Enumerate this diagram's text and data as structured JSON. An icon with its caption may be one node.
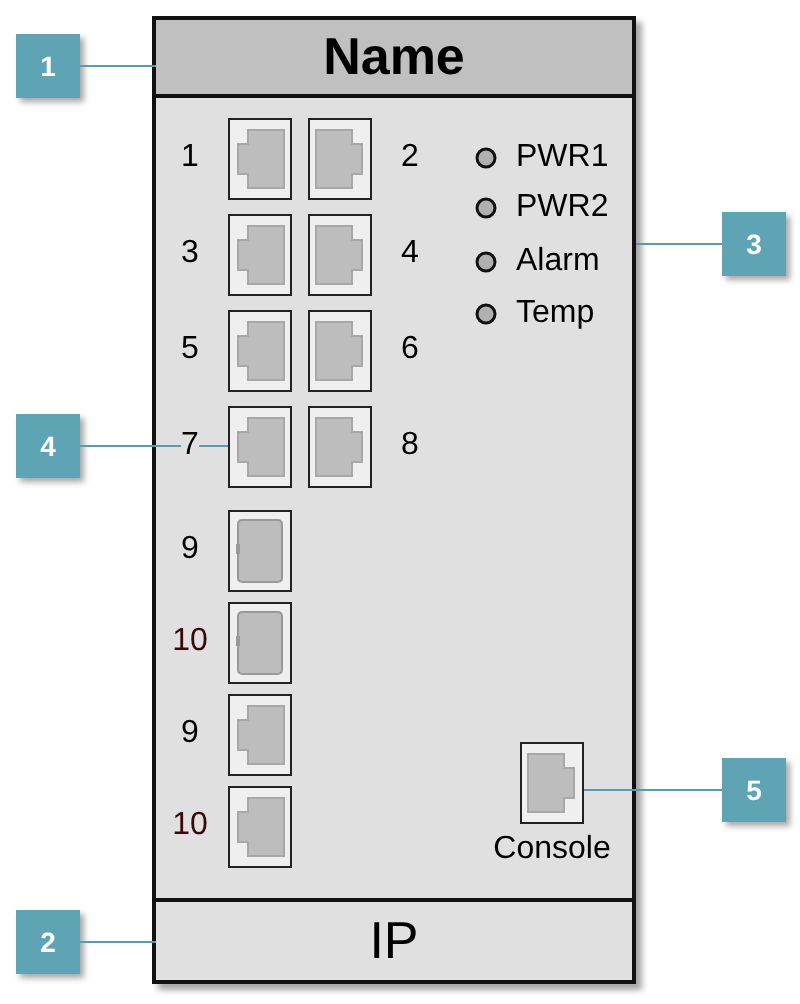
{
  "diagram": {
    "nodes": [
      {
        "text": [
          "1"
        ]
      },
      {
        "text": [
          "2"
        ]
      },
      {
        "text": [
          "3"
        ]
      },
      {
        "text": [
          "4"
        ]
      },
      {
        "text": [
          "5"
        ]
      },
      {
        "text": [],
        "shape": "box"
      },
      {
        "text": [
          "Name"
        ],
        "in": 5
      },
      {
        "text": [
          "IP"
        ],
        "in": 5
      },
      {
        "text": [],
        "shape": "box",
        "in": 5
      },
      {
        "text": [],
        "shape": "box",
        "in": 5,
        "beside": [
          "Console"
        ]
      }
    ],
    "edges": [
      {
        "from": 0,
        "to": 6,
        "arrow": "none"
      },
      {
        "from": 1,
        "to": 7,
        "arrow": "none"
      },
      {
        "from": 2,
        "to": 5,
        "arrow": "none"
      },
      {
        "from": 3,
        "to": 8,
        "arrow": "none"
      },
      {
        "from": 4,
        "to": 9,
        "arrow": "none"
      }
    ],
    "labels": [
      "1",
      "2",
      "3",
      "4",
      "5",
      "6",
      "7",
      "8",
      "9",
      "10",
      "9",
      "10",
      "PWR1",
      "PWR2",
      "Alarm",
      "Temp"
    ]
  }
}
